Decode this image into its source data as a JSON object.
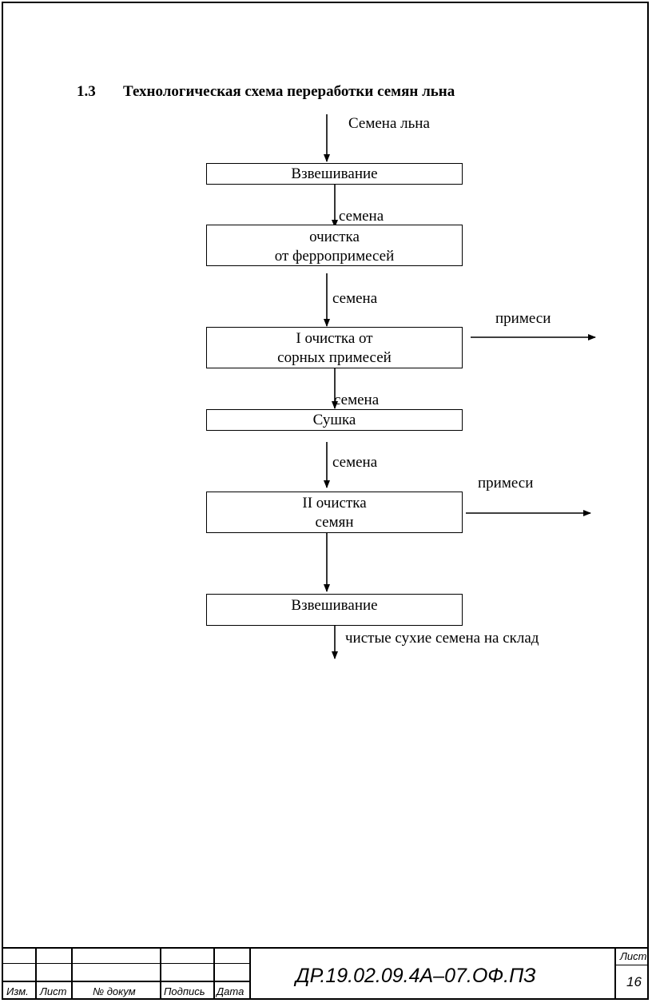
{
  "heading": {
    "number": "1.3",
    "title": "Технологическая схема переработки семян льна"
  },
  "flow": {
    "input_label": "Семена льна",
    "steps": [
      {
        "lines": [
          "Взвешивание"
        ]
      },
      {
        "lines": [
          "очистка",
          "от ферропримесей"
        ]
      },
      {
        "lines": [
          "I очистка от",
          "сорных примесей"
        ]
      },
      {
        "lines": [
          "Сушка"
        ]
      },
      {
        "lines": [
          "II очистка",
          "семян"
        ]
      },
      {
        "lines": [
          "Взвешивание"
        ]
      }
    ],
    "edge_labels": [
      "семена",
      "семена",
      "семена",
      "семена"
    ],
    "side_outputs": [
      "примеси",
      "примеси"
    ],
    "output_label": "чистые сухие семена на склад"
  },
  "title_block": {
    "col_labels": [
      "Изм.",
      "Лист",
      "№ докум",
      "Подпись",
      "Дата"
    ],
    "document_code": "ДР.19.02.09.4А–07.ОФ.ПЗ",
    "sheet_label": "Лист",
    "sheet_number": "16"
  }
}
